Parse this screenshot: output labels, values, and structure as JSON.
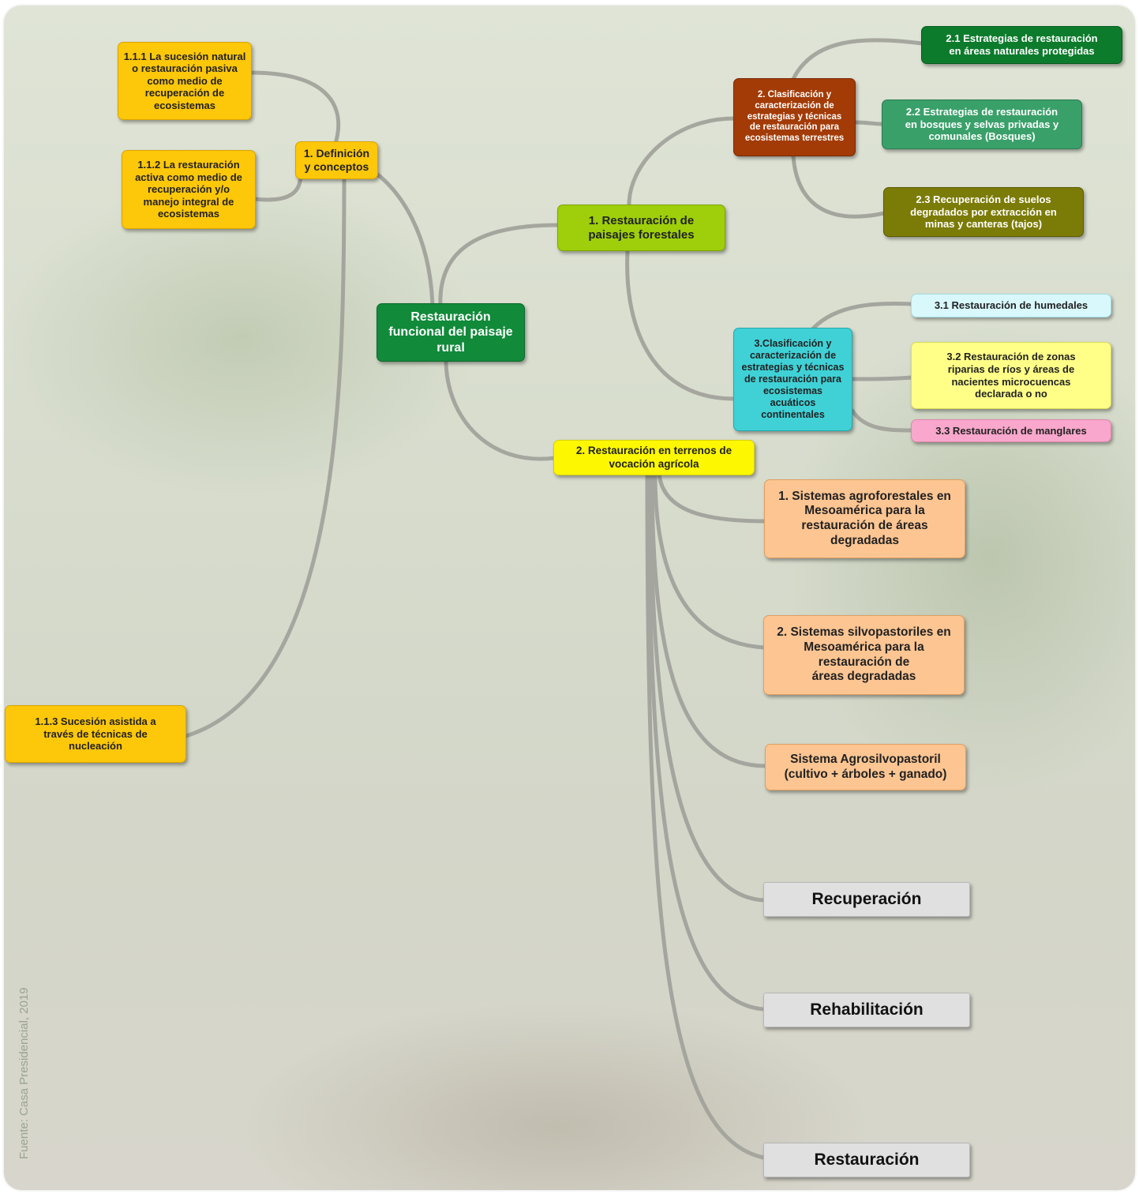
{
  "colors": {
    "connector": "#a2a39c",
    "yellow_dark": "#fdc70a",
    "green_main": "#118a3a",
    "lime": "#9ecf0a",
    "brown": "#a33b06",
    "green_strategy": "#0d7b2c",
    "green_forest": "#3aa06a",
    "olive": "#7b7b07",
    "cyan": "#3fd1d6",
    "cyan_light": "#d8f8fc",
    "yellow_light": "#ffff88",
    "pink": "#f9a7cc",
    "yellow_bright": "#fdf701",
    "peach": "#fcc592",
    "gray_light": "#e0e0e0"
  },
  "nodes": {
    "center": "Restauración\nfuncional del paisaje\nrural",
    "definitions": "1. Definición\ny conceptos",
    "passive": "1.1.1 La sucesión natural\no restauración pasiva\ncomo medio de\nrecuperación de\necosistemas",
    "active": "1.1.2 La restauración\nactiva como medio de\nrecuperación y/o\nmanejo integral de\necosistemas",
    "assisted": "1.1.3 Sucesión asistida a\ntravés de técnicas de\nnucleación",
    "forest_landscapes": "1. Restauración de\npaisajes forestales",
    "terrestrial": "2. Clasificación y\ncaracterización de\nestrategias y técnicas\nde restauración para\necosistemas terrestres",
    "protected_areas": "2.1 Estrategias de restauración\nen áreas naturales protegidas",
    "private_forests": "2.2 Estrategias de restauración\nen bosques y selvas privadas y\ncomunales (Bosques)",
    "degraded_soils": "2.3 Recuperación de suelos\ndegradados por extracción en\nminas y canteras (tajos)",
    "aquatic": "3.Clasificación y\ncaracterización de\nestrategias y técnicas\nde restauración para\necosistemas\nacuáticos\ncontinentales",
    "wetlands": "3.1 Restauración de humedales",
    "riparian": "3.2 Restauración de zonas\nriparias de ríos y áreas de\nnacientes microcuencas\ndeclarada o no",
    "mangroves": "3.3 Restauración de manglares",
    "agricultural": "2. Restauración en terrenos de\nvocación agrícola",
    "agroforestry": "1. Sistemas agroforestales en\nMesoamérica para la\nrestauración de áreas\ndegradadas",
    "silvopastoral": "2. Sistemas silvopastoriles en\nMesoamérica para la\nrestauración de\náreas degradadas",
    "agrosilvopastoral": "Sistema Agrosilvopastoril\n(cultivo + árboles + ganado)",
    "recovery": "Recuperación",
    "rehabilitation": "Rehabilitación",
    "restoration": "Restauración"
  },
  "credit": "Fuente: Casa Presidencial, 2019"
}
